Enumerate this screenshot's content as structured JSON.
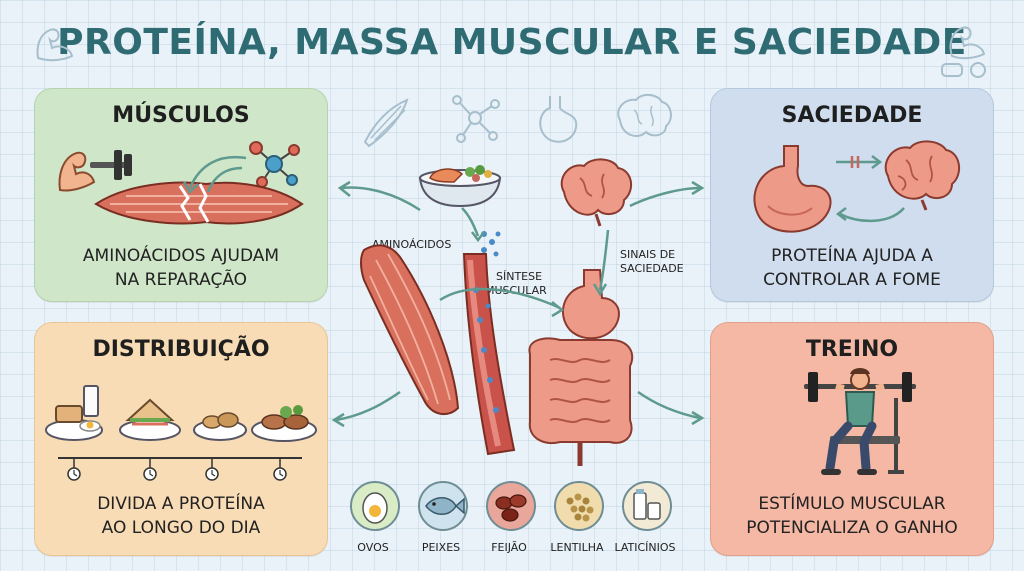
{
  "title": "PROTEÍNA, MASSA MUSCULAR E SACIEDADE",
  "panels": {
    "musculos": {
      "title": "MÚSCULOS",
      "caption_line1": "AMINOÁCIDOS AJUDAM",
      "caption_line2": "NA REPARAÇÃO"
    },
    "saciedade": {
      "title": "SACIEDADE",
      "caption_line1": "PROTEÍNA AJUDA A",
      "caption_line2": "CONTROLAR A FOME"
    },
    "distribuicao": {
      "title": "DISTRIBUIÇÃO",
      "caption_line1": "DIVIDA A PROTEÍNA",
      "caption_line2": "AO LONGO DO DIA"
    },
    "treino": {
      "title": "TREINO",
      "caption_line1": "ESTÍMULO MUSCULAR",
      "caption_line2": "POTENCIALIZA O GANHO"
    }
  },
  "center_labels": {
    "aminoacidos": "AMINOÁCIDOS",
    "sintese_line1": "SÍNTESE",
    "sintese_line2": "MUSCULAR",
    "sinais_line1": "SINAIS DE",
    "sinais_line2": "SACIEDADE"
  },
  "foods": [
    {
      "label": "OVOS",
      "icon": "egg-icon",
      "color": "#d9ecc6"
    },
    {
      "label": "PEIXES",
      "icon": "fish-icon",
      "color": "#cfe3ef"
    },
    {
      "label": "FEIJÃO",
      "icon": "beans-icon",
      "color": "#e8a79a"
    },
    {
      "label": "LENTILHA",
      "icon": "lentil-icon",
      "color": "#f1dcae"
    },
    {
      "label": "LATICÍNIOS",
      "icon": "dairy-icon",
      "color": "#f2ead5"
    }
  ],
  "colors": {
    "title": "#2f6b73",
    "musculos_bg": "#cfe6c9",
    "saciedade_bg": "#cfddee",
    "distribuicao_bg": "#f8dcb5",
    "treino_bg": "#f4b8a4",
    "arrow": "#5f9a8f",
    "muscle": "#d9705e",
    "organ": "#ee9a88"
  }
}
